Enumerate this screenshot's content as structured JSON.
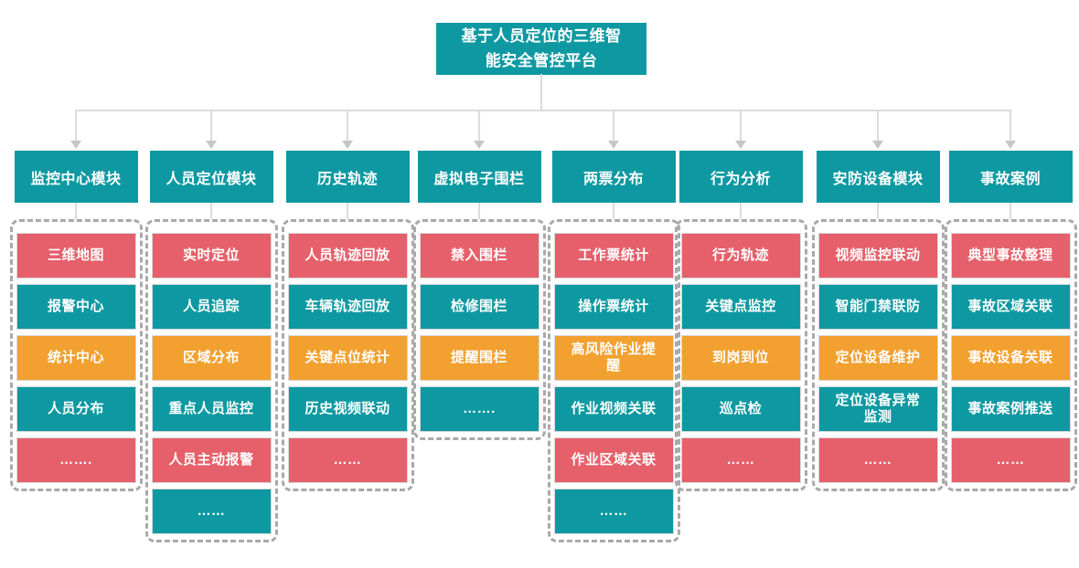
{
  "title": "基于人员定位的三维智\n能安全管控平台",
  "colors": {
    "teal": "#0E99A2",
    "red": "#E5606A",
    "orange": "#F2A02F",
    "dashed_border": "#A9A9A9",
    "connector": "#DCDCDC"
  },
  "modules": [
    {
      "label": "监控中心模块",
      "items": [
        {
          "label": "三维地图",
          "color": "red"
        },
        {
          "label": "报警中心",
          "color": "teal"
        },
        {
          "label": "统计中心",
          "color": "orange"
        },
        {
          "label": "人员分布",
          "color": "teal"
        },
        {
          "label": "…….",
          "color": "red"
        }
      ]
    },
    {
      "label": "人员定位模块",
      "items": [
        {
          "label": "实时定位",
          "color": "red"
        },
        {
          "label": "人员追踪",
          "color": "teal"
        },
        {
          "label": "区域分布",
          "color": "orange"
        },
        {
          "label": "重点人员监控",
          "color": "teal"
        },
        {
          "label": "人员主动报警",
          "color": "red"
        },
        {
          "label": "……",
          "color": "teal"
        }
      ]
    },
    {
      "label": "历史轨迹",
      "items": [
        {
          "label": "人员轨迹回放",
          "color": "red"
        },
        {
          "label": "车辆轨迹回放",
          "color": "teal"
        },
        {
          "label": "关键点位统计",
          "color": "orange"
        },
        {
          "label": "历史视频联动",
          "color": "teal"
        },
        {
          "label": "……",
          "color": "red"
        }
      ]
    },
    {
      "label": "虚拟电子围栏",
      "items": [
        {
          "label": "禁入围栏",
          "color": "red"
        },
        {
          "label": "检修围栏",
          "color": "teal"
        },
        {
          "label": "提醒围栏",
          "color": "orange"
        },
        {
          "label": "…….",
          "color": "teal"
        }
      ]
    },
    {
      "label": "两票分布",
      "items": [
        {
          "label": "工作票统计",
          "color": "red"
        },
        {
          "label": "操作票统计",
          "color": "teal"
        },
        {
          "label": "高风险作业提\n醒",
          "color": "orange"
        },
        {
          "label": "作业视频关联",
          "color": "teal"
        },
        {
          "label": "作业区域关联",
          "color": "red"
        },
        {
          "label": "……",
          "color": "teal"
        }
      ]
    },
    {
      "label": "行为分析",
      "items": [
        {
          "label": "行为轨迹",
          "color": "red"
        },
        {
          "label": "关键点监控",
          "color": "teal"
        },
        {
          "label": "到岗到位",
          "color": "orange"
        },
        {
          "label": "巡点检",
          "color": "teal"
        },
        {
          "label": "……",
          "color": "red"
        }
      ]
    },
    {
      "label": "安防设备模块",
      "items": [
        {
          "label": "视频监控联动",
          "color": "red"
        },
        {
          "label": "智能门禁联防",
          "color": "teal"
        },
        {
          "label": "定位设备维护",
          "color": "orange"
        },
        {
          "label": "定位设备异常\n监测",
          "color": "teal"
        },
        {
          "label": "……",
          "color": "red"
        }
      ]
    },
    {
      "label": "事故案例",
      "items": [
        {
          "label": "典型事故整理",
          "color": "red"
        },
        {
          "label": "事故区域关联",
          "color": "teal"
        },
        {
          "label": "事故设备关联",
          "color": "orange"
        },
        {
          "label": "事故案例推送",
          "color": "teal"
        },
        {
          "label": "……",
          "color": "red"
        }
      ]
    }
  ]
}
